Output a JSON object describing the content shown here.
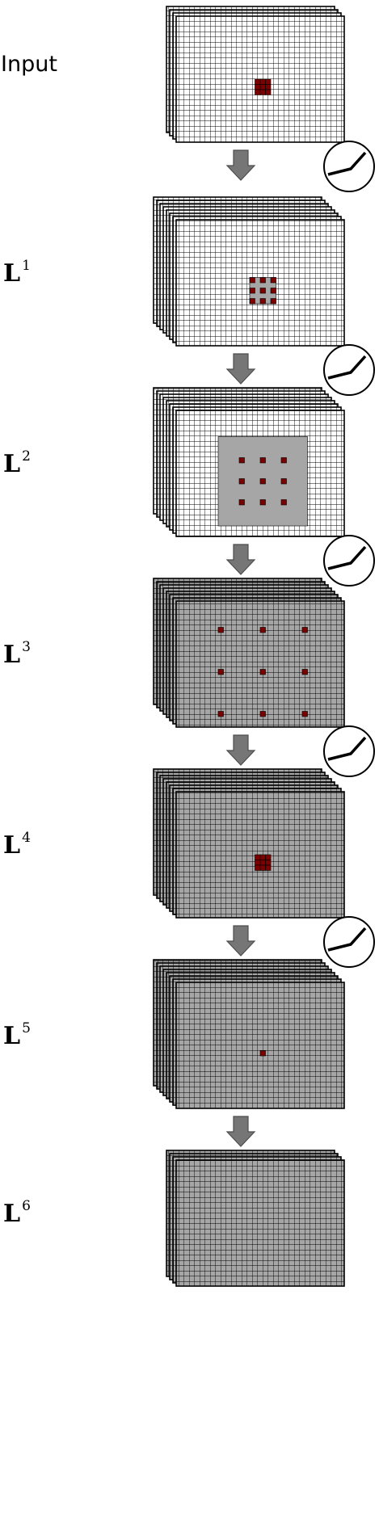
{
  "colors": {
    "grid_line": "#000000",
    "empty_cell": "#ffffff",
    "receptive_field": "#a6a6a6",
    "active_unit": "#7b0000",
    "arrow": "#767676",
    "arrow_outline": "#4d4d4d"
  },
  "icons": {
    "arrow": "down-arrow-icon",
    "activation": "relu-activation-icon"
  },
  "layers": [
    {
      "id": "input",
      "label": "Input",
      "superscript": "",
      "map_count": 4,
      "filled": false,
      "field": null,
      "kernel": [
        3,
        1
      ],
      "has_activation": false
    },
    {
      "id": "L1",
      "label": "L",
      "superscript": "1",
      "map_count": 8,
      "filled": false,
      "field": [
        5,
        1
      ],
      "kernel": [
        3,
        2
      ],
      "has_activation": true
    },
    {
      "id": "L2",
      "label": "L",
      "superscript": "2",
      "map_count": 8,
      "filled": false,
      "field": [
        9,
        2
      ],
      "kernel": [
        3,
        4
      ],
      "has_activation": true
    },
    {
      "id": "L3",
      "label": "L",
      "superscript": "3",
      "map_count": 8,
      "filled": true,
      "field": null,
      "kernel": [
        3,
        8
      ],
      "has_activation": true
    },
    {
      "id": "L4",
      "label": "L",
      "superscript": "4",
      "map_count": 8,
      "filled": true,
      "field": null,
      "kernel": [
        3,
        1
      ],
      "has_activation": true
    },
    {
      "id": "L5",
      "label": "L",
      "superscript": "5",
      "map_count": 8,
      "filled": true,
      "field": null,
      "kernel": [
        1,
        1
      ],
      "has_activation": true
    },
    {
      "id": "L6",
      "label": "L",
      "superscript": "6",
      "map_count": 4,
      "filled": true,
      "field": null,
      "kernel": null,
      "has_activation": false
    }
  ]
}
